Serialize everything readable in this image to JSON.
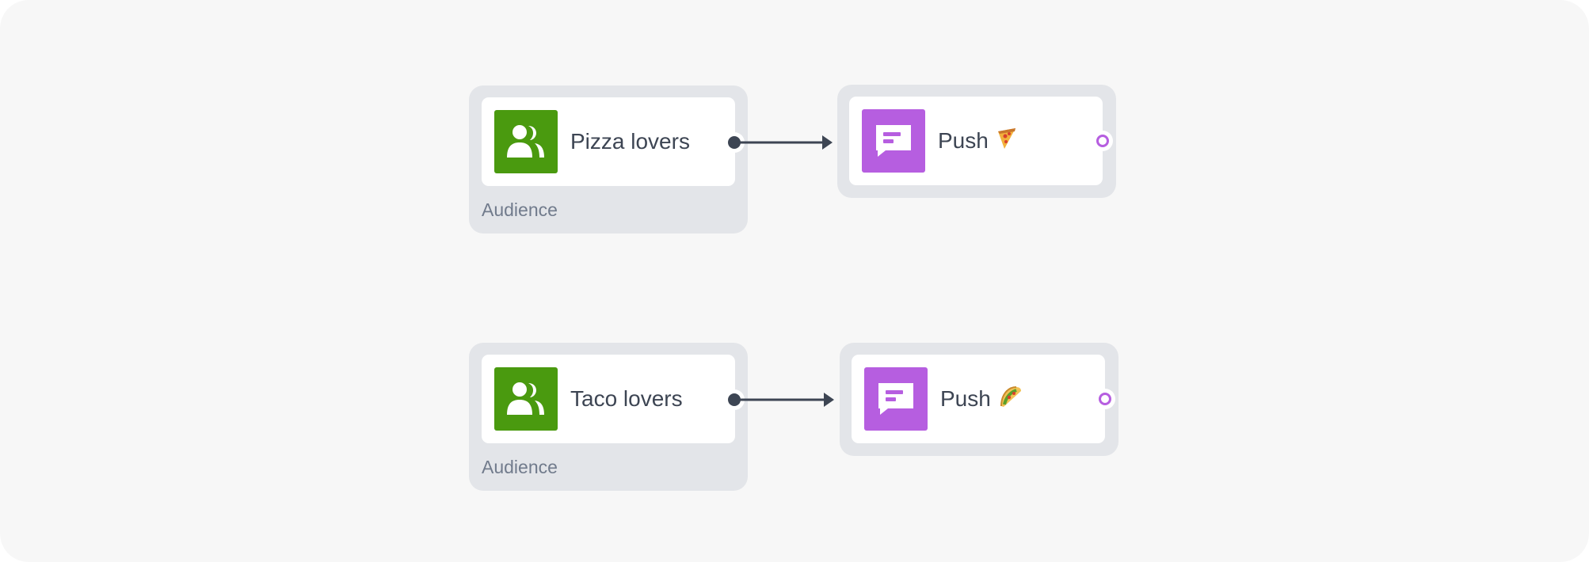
{
  "flows": [
    {
      "audience": {
        "label": "Pizza lovers",
        "caption": "Audience",
        "icon": "audience-icon"
      },
      "action": {
        "label": "Push",
        "emoji": "pizza",
        "icon": "message-icon"
      }
    },
    {
      "audience": {
        "label": "Taco lovers",
        "caption": "Audience",
        "icon": "audience-icon"
      },
      "action": {
        "label": "Push",
        "emoji": "taco",
        "icon": "message-icon"
      }
    }
  ],
  "colors": {
    "canvas": "#f7f7f7",
    "group": "#e3e5e9",
    "audience": "#4a9a0f",
    "push": "#b65ee0",
    "connector": "#3d4553",
    "text": "#3d4553",
    "caption": "#717b8c"
  }
}
